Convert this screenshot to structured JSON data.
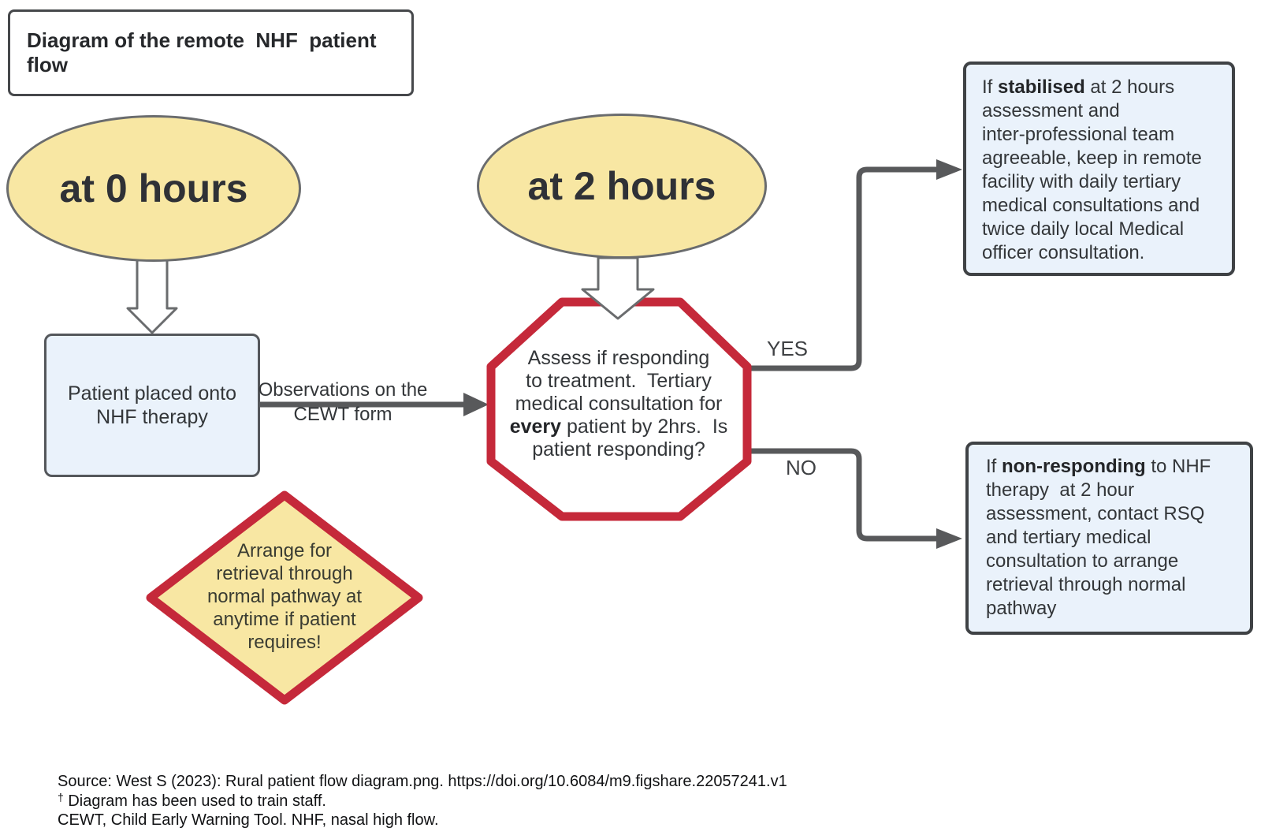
{
  "title_box": {
    "text": "Diagram of the remote  NHF  patient flow"
  },
  "nodes": {
    "at0": {
      "label": "at 0 hours"
    },
    "at2": {
      "label": "at 2 hours"
    },
    "patient": {
      "text": "Patient placed onto\nNHF therapy"
    },
    "octagon": {
      "text_pre": "Assess if responding\nto treatment.  Tertiary\nmedical consultation for\n",
      "text_bold": "every",
      "text_post": " patient by 2hrs.  Is\npatient responding?"
    },
    "stabilised": {
      "text_pre": "If ",
      "text_bold": "stabilised",
      "text_post": " at 2 hours\nassessment and\ninter-professional team\nagreeable, keep in remote\nfacility with daily tertiary\nmedical consultations and\ntwice daily local Medical\nofficer consultation."
    },
    "nonresponding": {
      "text_pre": "If ",
      "text_bold": "non-responding",
      "text_post": " to NHF\ntherapy  at 2 hour\nassessment, contact RSQ\nand tertiary medical\nconsultation to arrange\nretrieval through normal\npathway"
    },
    "diamond": {
      "text": "Arrange for\nretrieval through\nnormal pathway at\nanytime if patient\nrequires!"
    }
  },
  "edges": {
    "observations": {
      "label": "Observations on the\nCEWT form"
    },
    "yes": {
      "label": "YES"
    },
    "no": {
      "label": "NO"
    }
  },
  "footer": {
    "source": "Source: West S (2023): Rural patient flow diagram.png. https://doi.org/10.6084/m9.figshare.22057241.v1",
    "dagger": "†",
    "note": " Diagram has been used to train staff.",
    "abbrev": "CEWT, Child Early Warning Tool. NHF, nasal high flow."
  },
  "colors": {
    "yellow": "#F8E7A3",
    "red": "#C5293A",
    "light_blue": "#EAF2FB",
    "gray_border": "#6A6C6E",
    "dark_border": "#46484B",
    "arrow_gray": "#58595B",
    "text": "#313439"
  }
}
